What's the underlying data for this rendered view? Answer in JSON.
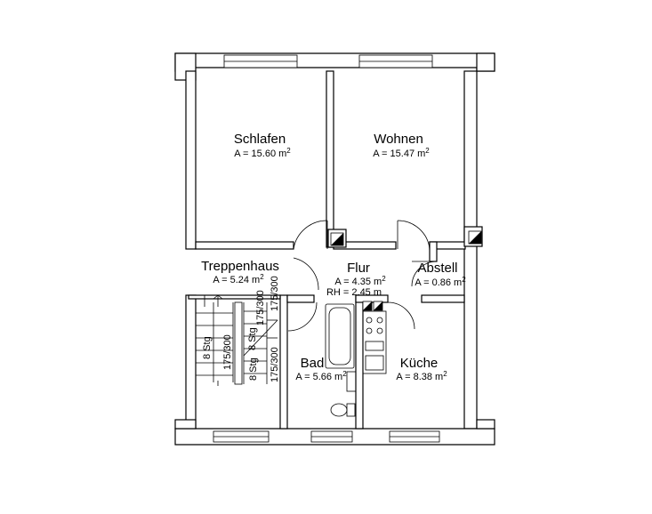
{
  "rooms": {
    "schlafen": {
      "name": "Schlafen",
      "area_prefix": "A = 15.60 m",
      "sup": "2"
    },
    "wohnen": {
      "name": "Wohnen",
      "area_prefix": "A = 15.47 m",
      "sup": "2"
    },
    "treppenhaus": {
      "name": "Treppenhaus",
      "area_prefix": "A = 5.24 m",
      "sup": "2"
    },
    "flur": {
      "name": "Flur",
      "area_prefix": "A = 4.35 m",
      "sup": "2",
      "height": "RH = 2.45 m"
    },
    "abstell": {
      "name": "Abstell",
      "area_prefix": "A = 0.86 m",
      "sup": "2"
    },
    "bad": {
      "name": "Bad",
      "area_prefix": "A = 5.66 m",
      "sup": "2"
    },
    "kueche": {
      "name": "Küche",
      "area_prefix": "A = 8.38 m",
      "sup": "2"
    }
  },
  "stairs": {
    "flight_a_count": "8 Stg",
    "flight_a_ratio": "175/300",
    "flight_b_count": "8 Stg",
    "flight_b_ratio": "175/300",
    "flight_c_count": "8 Stg",
    "flight_c_ratio": "175/300",
    "flight_d_ratio": "175/300"
  }
}
